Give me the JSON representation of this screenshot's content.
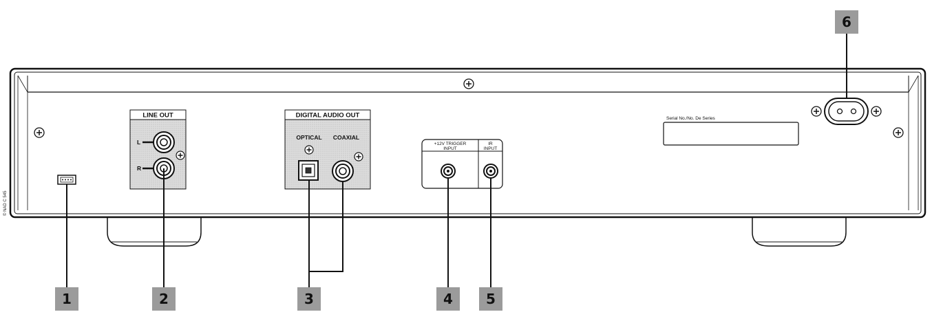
{
  "diagram": {
    "credit": "© NAD C 545",
    "panels": {
      "line_out": {
        "title": "LINE OUT",
        "left": "L",
        "right": "R"
      },
      "digital_out": {
        "title": "DIGITAL AUDIO OUT",
        "optical": "OPTICAL",
        "coaxial": "COAXIAL"
      },
      "trigger": {
        "line1": "+12V TRIGGER",
        "line2": "INPUT"
      },
      "ir": {
        "line1": "IR",
        "line2": "INPUT"
      },
      "serial": "Serial No./No. De Series"
    },
    "callouts": [
      {
        "number": "1"
      },
      {
        "number": "2"
      },
      {
        "number": "3"
      },
      {
        "number": "4"
      },
      {
        "number": "5"
      },
      {
        "number": "6"
      }
    ],
    "colors": {
      "callout_box": "#9b9b9b",
      "panel_shade": "#d9d9d9",
      "line": "#111111"
    }
  }
}
